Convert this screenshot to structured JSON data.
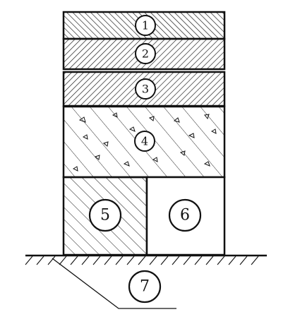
{
  "diagram": {
    "labels": {
      "l1": "1",
      "l2": "2",
      "l3": "3",
      "l4": "4",
      "l5": "5",
      "l6": "6",
      "l7": "7"
    },
    "colors": {
      "ink": "#111111",
      "paper": "#ffffff"
    }
  }
}
